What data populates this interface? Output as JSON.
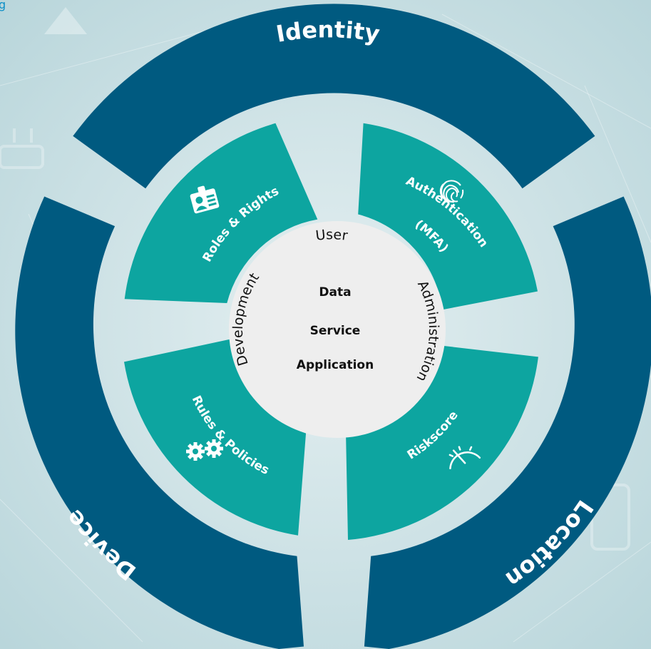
{
  "colors": {
    "outer_ring": "#005a80",
    "inner_segment": "#0da5a0",
    "center_circle": "#eeeeee",
    "background": "#cfe3e6"
  },
  "outer_ring": {
    "top": "Identity",
    "right": "Location",
    "left": "Device"
  },
  "segments": {
    "top_left": {
      "label": "Roles & Rights",
      "icon": "id-card-icon"
    },
    "top_right": {
      "label_line1": "Authentication",
      "label_line2": "(MFA)",
      "icon": "fingerprint-icon"
    },
    "bottom_left": {
      "label": "Rules & Policies",
      "icon": "gears-icon"
    },
    "bottom_right": {
      "label": "Riskscore",
      "icon": "gauge-icon"
    }
  },
  "circle_ring_labels": {
    "top": "User",
    "right": "Administration",
    "left": "Development"
  },
  "center": {
    "line1": "Data",
    "line2": "Service",
    "line3": "Application"
  },
  "corner_text": "g"
}
